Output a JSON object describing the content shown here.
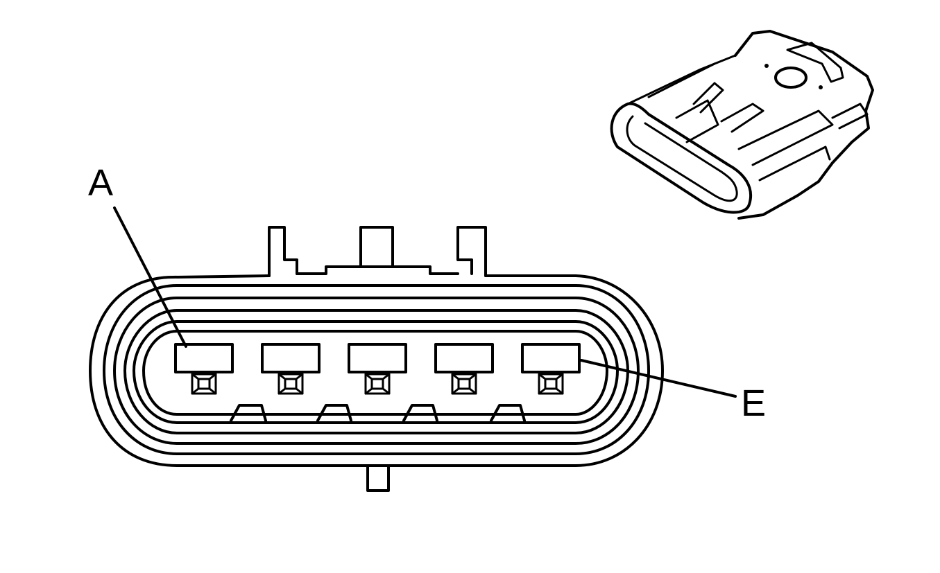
{
  "diagram": {
    "labels": {
      "first_pin": "A",
      "last_pin": "E"
    },
    "pin_count": 5,
    "colors": {
      "line": "#000000",
      "background": "#ffffff"
    }
  }
}
